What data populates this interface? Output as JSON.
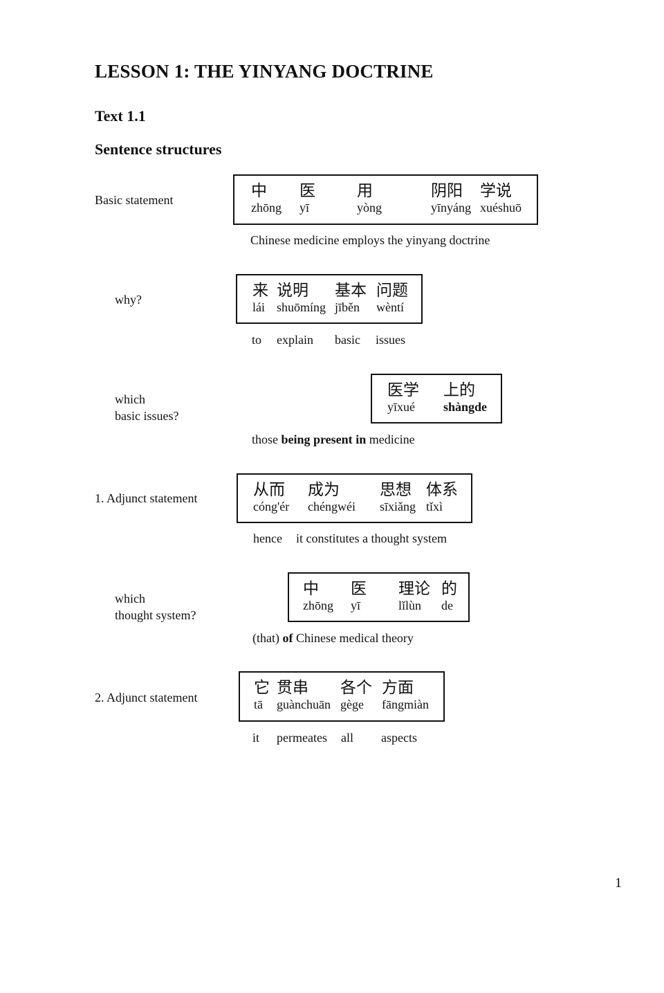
{
  "title": "LESSON 1: THE YINYANG DOCTRINE",
  "text_heading": "Text 1.1",
  "section_heading": "Sentence structures",
  "page_number": "1",
  "blocks": [
    {
      "label": [
        "Basic statement"
      ],
      "words": [
        {
          "zh": "中",
          "py": "zhōng"
        },
        {
          "zh": "医",
          "py": "yī"
        },
        {
          "zh": "用",
          "py": "yòng"
        },
        {
          "zh": "阴阳",
          "py": "yīnyáng"
        },
        {
          "zh": "学说",
          "py": "xuéshuō"
        }
      ],
      "translation": "Chinese medicine employs the yinyang doctrine"
    },
    {
      "label": [
        "why?"
      ],
      "words": [
        {
          "zh": "来",
          "py": "lái"
        },
        {
          "zh": "说明",
          "py": "shuōmíng"
        },
        {
          "zh": "基本",
          "py": "jīběn"
        },
        {
          "zh": "问题",
          "py": "wèntí"
        }
      ],
      "translation_parts": [
        "to",
        "explain",
        "basic",
        "issues"
      ]
    },
    {
      "label": [
        "which",
        "basic issues?"
      ],
      "words": [
        {
          "zh": "医学",
          "py": "yīxué"
        },
        {
          "zh": "上的",
          "py": "shàngde"
        }
      ],
      "translation_parts": [
        "those ",
        "being present",
        " ",
        "in",
        " medicine"
      ]
    },
    {
      "label": [
        "1. Adjunct statement"
      ],
      "words": [
        {
          "zh": "从而",
          "py": "cóng'ér"
        },
        {
          "zh": "成为",
          "py": "chéngwéi"
        },
        {
          "zh": "思想",
          "py": "sīxiǎng"
        },
        {
          "zh": "体系",
          "py": "tǐxì"
        }
      ],
      "translation_parts": [
        "hence",
        "it constitutes a thought system"
      ]
    },
    {
      "label": [
        "which",
        "thought system?"
      ],
      "words": [
        {
          "zh": "中",
          "py": "zhōng"
        },
        {
          "zh": "医",
          "py": "yī"
        },
        {
          "zh": "理论",
          "py": "lǐlùn"
        },
        {
          "zh": "的",
          "py": "de"
        }
      ],
      "translation_parts": [
        "(that) ",
        "of",
        " Chinese medical theory"
      ]
    },
    {
      "label": [
        "2. Adjunct statement"
      ],
      "words": [
        {
          "zh": "它",
          "py": "tā"
        },
        {
          "zh": "贯串",
          "py": "guànchuān"
        },
        {
          "zh": "各个",
          "py": "gège"
        },
        {
          "zh": "方面",
          "py": "fāngmiàn"
        }
      ],
      "translation_parts": [
        "it",
        "permeates",
        "all",
        "aspects"
      ]
    }
  ]
}
